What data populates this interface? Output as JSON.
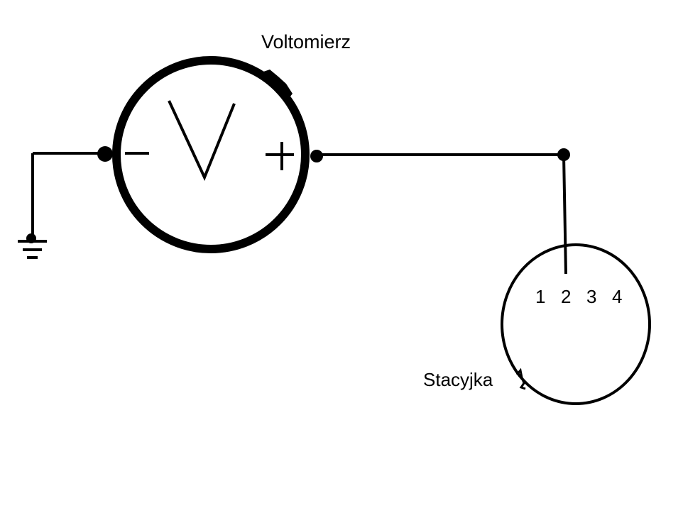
{
  "diagram": {
    "voltmeter_label": "Voltomierz",
    "switch_label": "Stacyjka",
    "switch_terminals": [
      "1",
      "2",
      "3",
      "4"
    ],
    "meter_symbol": "V",
    "minus_sign": "−",
    "plus_sign": "+"
  },
  "colors": {
    "ink": "#000000",
    "background": "#ffffff"
  }
}
